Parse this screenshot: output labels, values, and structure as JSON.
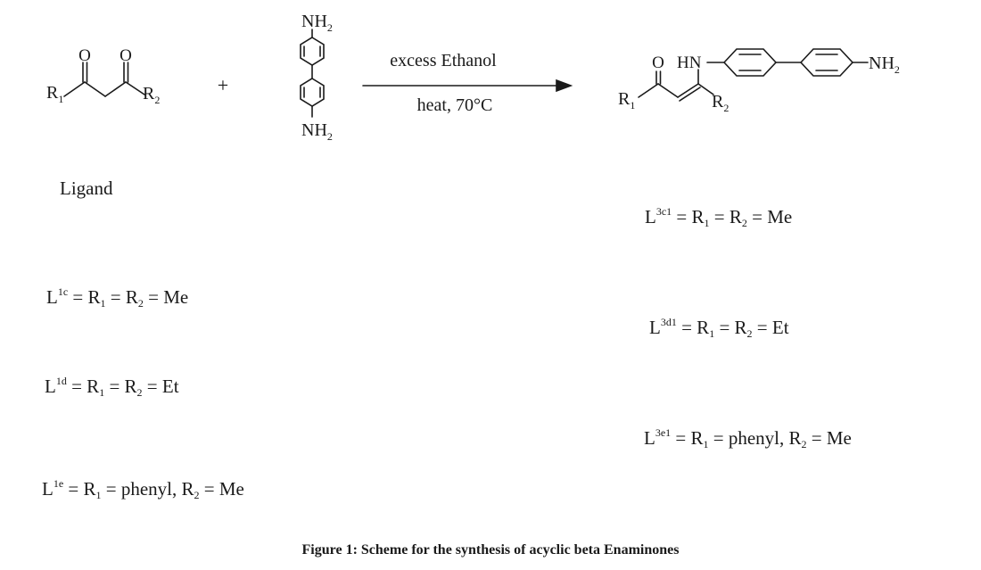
{
  "scheme": {
    "reactant1": {
      "atom_O": "O",
      "r1": "R",
      "r1_sub": "1",
      "r2": "R",
      "r2_sub": "2"
    },
    "plus": "+",
    "reactant2": {
      "nh2_top": "NH",
      "nh2_top_sub": "2",
      "nh2_bottom": "NH",
      "nh2_bottom_sub": "2"
    },
    "condition_above": "excess Ethanol",
    "condition_below": "heat, 70°C",
    "product": {
      "atom_O": "O",
      "hn": "HN",
      "r1": "R",
      "r1_sub": "1",
      "r2": "R",
      "r2_sub": "2",
      "nh2": "NH",
      "nh2_sub": "2"
    }
  },
  "ligand_heading": "Ligand",
  "ligands_left": [
    {
      "name": "L",
      "sup": "1c",
      "eq1": " = R",
      "sub1": "1",
      "eq2": " = R",
      "sub2": "2",
      "rest": " = Me"
    },
    {
      "name": "L",
      "sup": "1d",
      "eq1": " = R",
      "sub1": "1",
      "eq2": " = R",
      "sub2": "2",
      "rest": " = Et"
    },
    {
      "name": "L",
      "sup": "1e",
      "eq1": " = R",
      "sub1": "1",
      "eq2": " = phenyl, R",
      "sub2": "2",
      "rest": " = Me"
    }
  ],
  "ligands_right": [
    {
      "name": "L",
      "sup": "3c1",
      "eq1": " = R",
      "sub1": "1",
      "eq2": " = R",
      "sub2": "2",
      "rest": " = Me"
    },
    {
      "name": "L",
      "sup": "3d1",
      "eq1": " = R",
      "sub1": "1",
      "eq2": " = R",
      "sub2": "2",
      "rest": " = Et"
    },
    {
      "name": "L",
      "sup": "3e1",
      "eq1": " = R",
      "sub1": "1",
      "eq2": " = phenyl, R",
      "sub2": "2",
      "rest": " = Me"
    }
  ],
  "caption": "Figure 1: Scheme for the synthesis of acyclic beta Enaminones"
}
